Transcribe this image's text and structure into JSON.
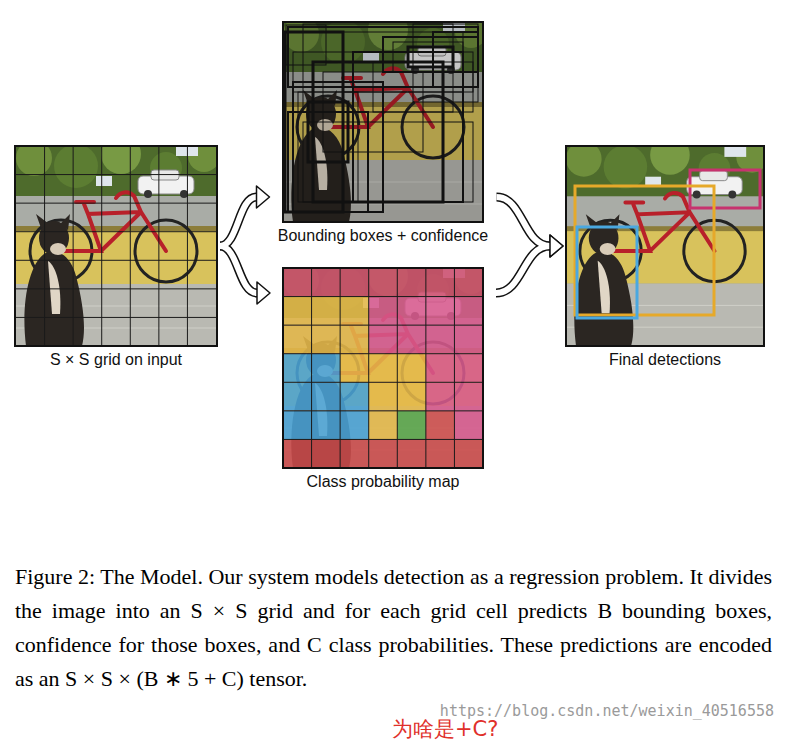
{
  "diagram": {
    "caption": "Figure 2: The Model. Our system models detection as a regression problem. It divides the image into an S × S grid and for each grid cell predicts B bounding boxes, confidence for those boxes, and C class probabilities. These predictions are encoded as an S × S × (B ∗ 5 + C) tensor.",
    "nodes": [
      {
        "text": [
          "S × S grid on input"
        ]
      },
      {
        "text": [
          "Bounding boxes + confidence"
        ]
      },
      {
        "text": [
          "Class probability map"
        ]
      },
      {
        "text": [
          "Final detections"
        ]
      }
    ],
    "edges": [
      {
        "from": 0,
        "to": 1,
        "arrow": "to"
      },
      {
        "from": 0,
        "to": 2,
        "arrow": "to"
      },
      {
        "from": 1,
        "to": 3,
        "arrow": "to"
      },
      {
        "from": 2,
        "to": 3,
        "arrow": "to"
      }
    ],
    "labels": [
      "https://blog.csdn.net/weixin_40516558",
      "为啥是+C?"
    ]
  }
}
